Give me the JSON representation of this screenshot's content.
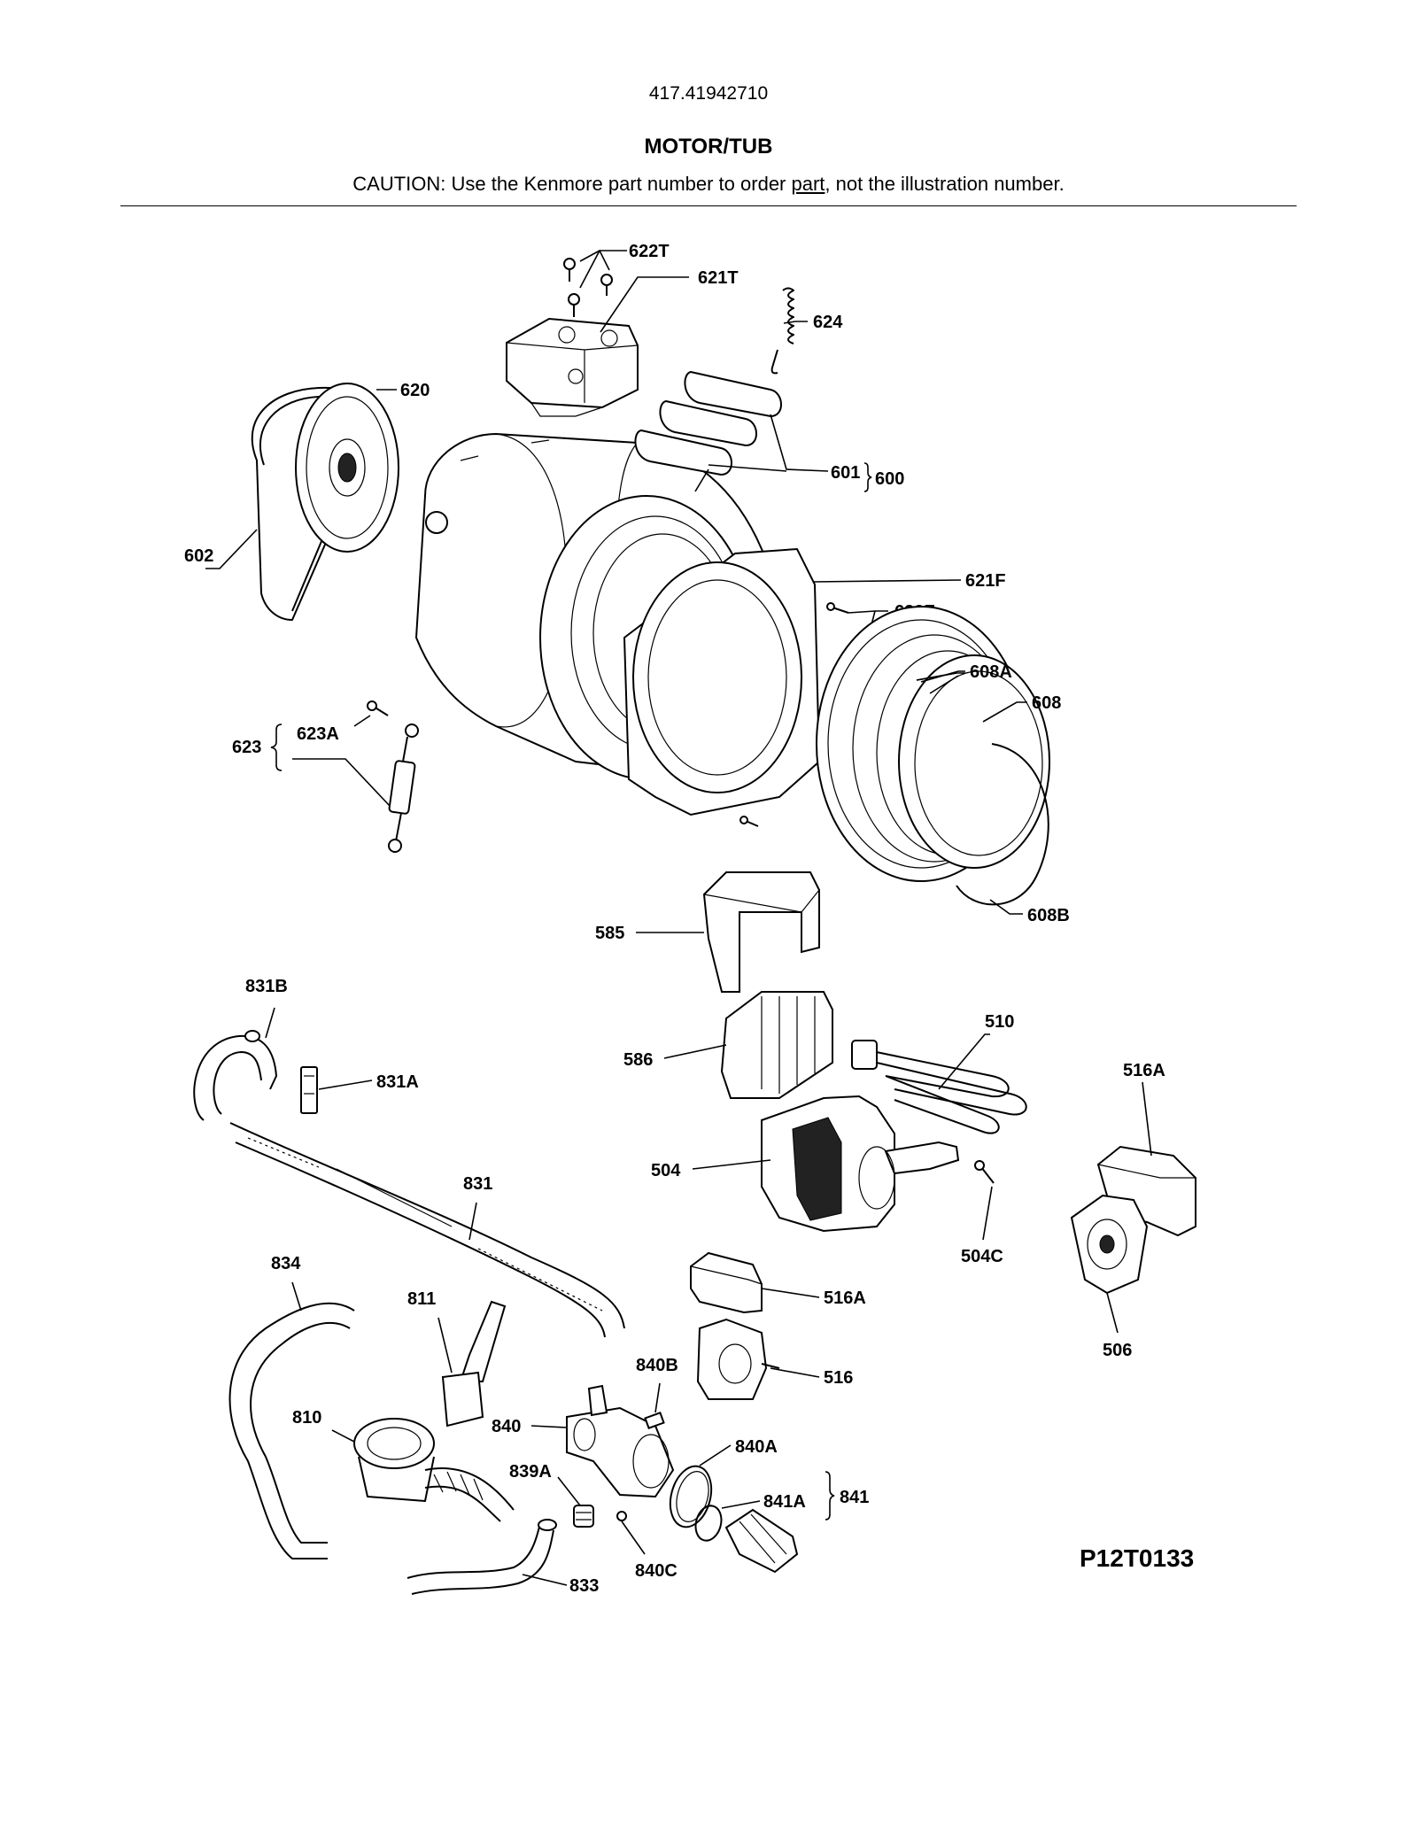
{
  "header": {
    "model_number": "417.41942710",
    "section_title": "MOTOR/TUB",
    "caution_before": "CAUTION: Use the Kenmore part number to order ",
    "caution_link": "part",
    "caution_after": ", not the illustration number."
  },
  "callouts": {
    "c622T": "622T",
    "c621T": "621T",
    "c624": "624",
    "c620": "620",
    "c601": "601",
    "c600": "600",
    "c602": "602",
    "c621F": "621F",
    "c622F": "622F",
    "c608A": "608A",
    "c608": "608",
    "c623": "623",
    "c623A": "623A",
    "c608B": "608B",
    "c585": "585",
    "c831B": "831B",
    "c510": "510",
    "c586": "586",
    "c831A": "831A",
    "c516A_top": "516A",
    "c504": "504",
    "c831": "831",
    "c504C": "504C",
    "c834": "834",
    "c811": "811",
    "c516A_mid": "516A",
    "c506": "506",
    "c840B": "840B",
    "c516": "516",
    "c810": "810",
    "c840": "840",
    "c840A": "840A",
    "c839A": "839A",
    "c841A": "841A",
    "c841": "841",
    "c840C": "840C",
    "c833": "833"
  },
  "diagram_code": "P12T0133"
}
